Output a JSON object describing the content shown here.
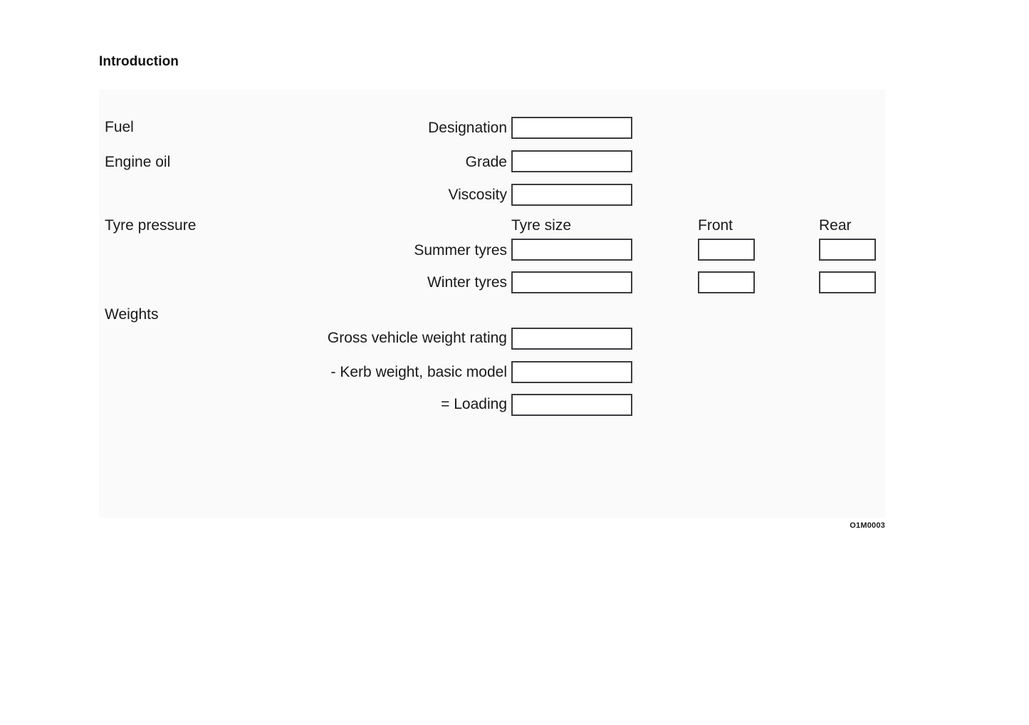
{
  "page": {
    "heading": "Introduction",
    "figure_code": "O1M0003",
    "panel_background": "#fbfafb",
    "field_border_color": "#3b3b3f",
    "text_color": "#1a1a1a"
  },
  "sections": {
    "fuel": {
      "title": "Fuel",
      "rows": [
        {
          "label": "Designation",
          "value": "",
          "placeholder": ""
        }
      ]
    },
    "engine_oil": {
      "title": "Engine oil",
      "rows": [
        {
          "label": "Grade",
          "value": "",
          "placeholder": ""
        },
        {
          "label": "Viscosity",
          "value": "",
          "placeholder": ""
        }
      ]
    },
    "tyre_pressure": {
      "title": "Tyre pressure",
      "column_headers": [
        "Tyre size",
        "Front",
        "Rear"
      ],
      "rows": [
        {
          "label": "Summer tyres",
          "size": "",
          "front": "",
          "rear": ""
        },
        {
          "label": "Winter tyres",
          "size": "",
          "front": "",
          "rear": ""
        }
      ]
    },
    "weights": {
      "title": "Weights",
      "rows": [
        {
          "label": "Gross vehicle weight rating",
          "value": ""
        },
        {
          "label": "- Kerb weight, basic model",
          "value": ""
        },
        {
          "label": "= Loading",
          "value": ""
        }
      ]
    }
  }
}
